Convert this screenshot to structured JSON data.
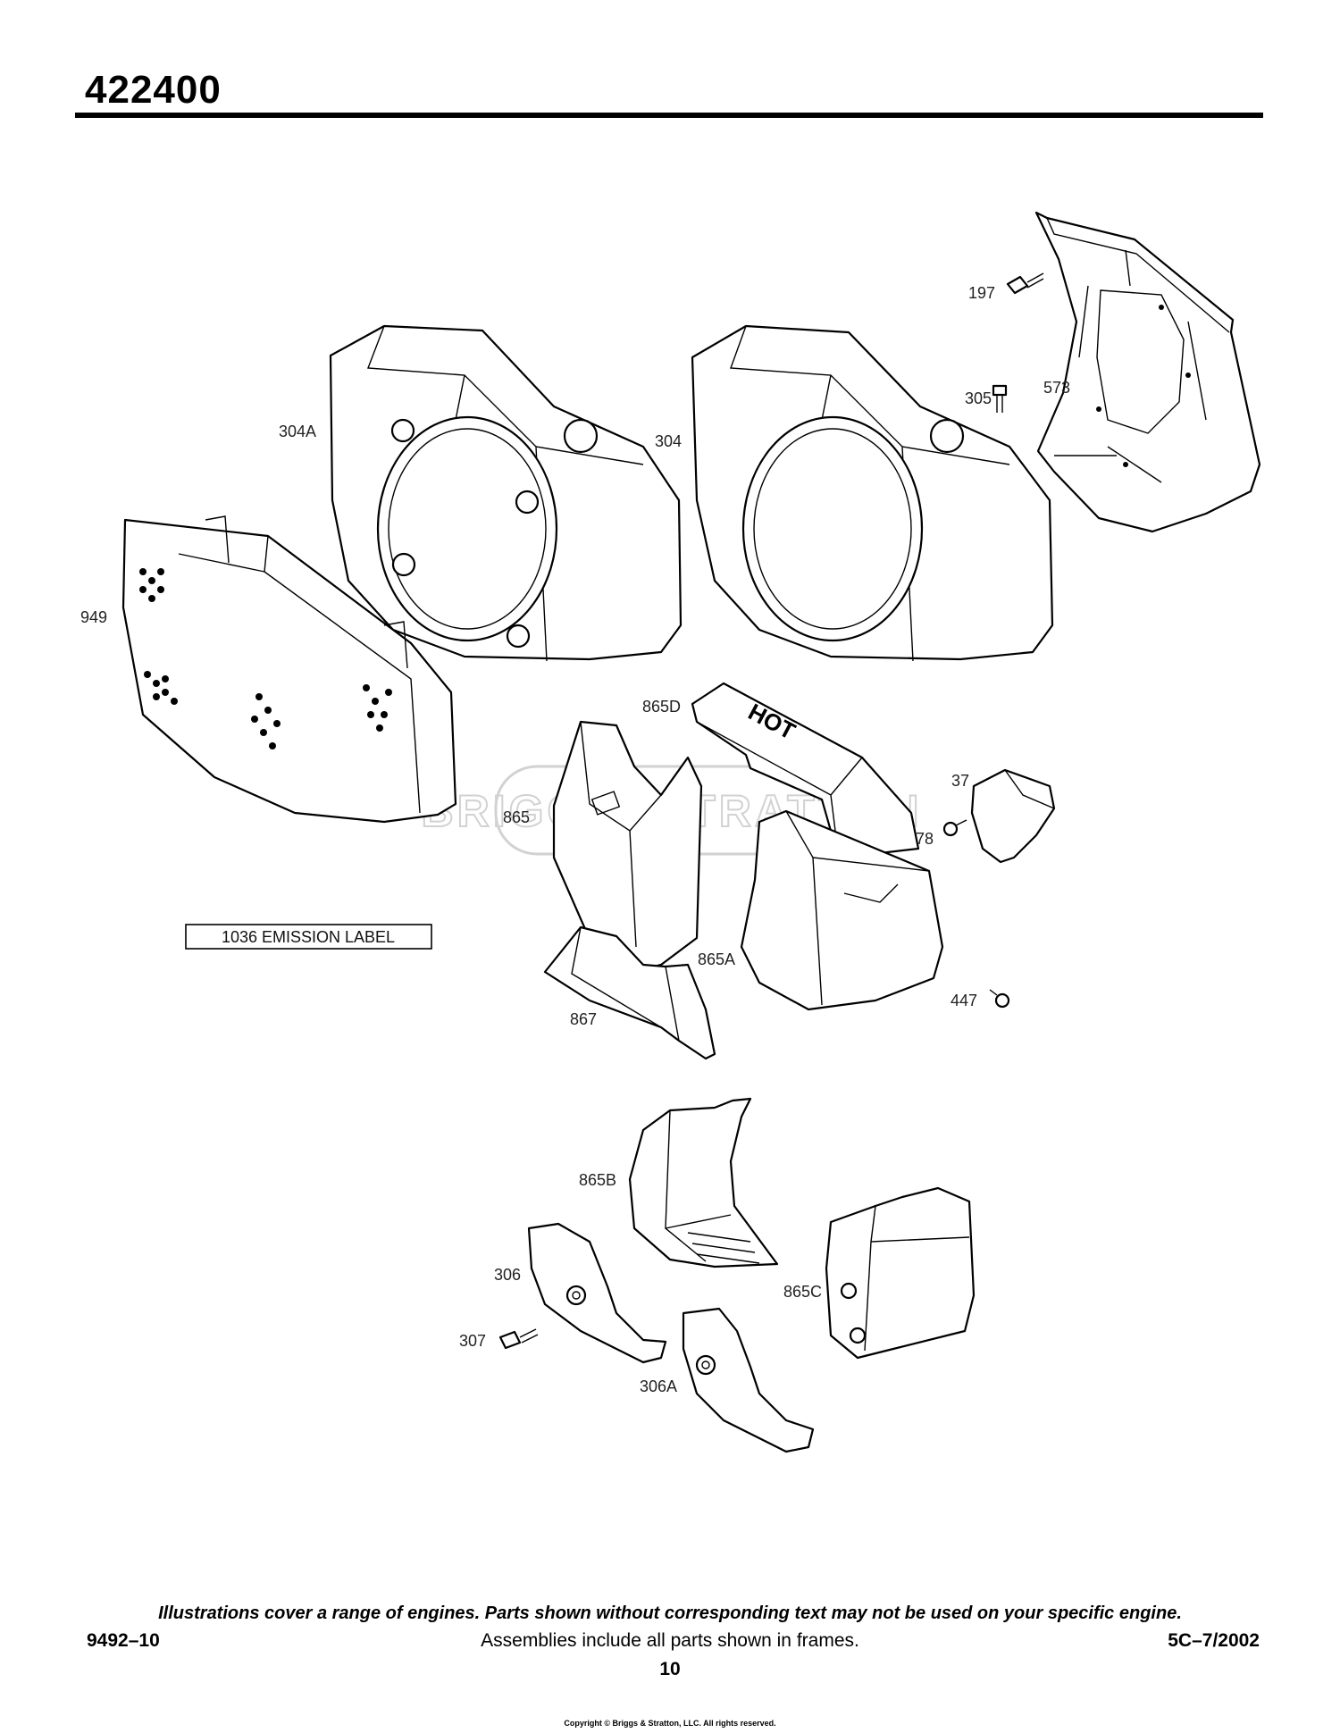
{
  "header": {
    "model_number": "422400"
  },
  "watermark": {
    "text": "BRIGGS&STRATTON"
  },
  "callout": {
    "label": "1036 EMISSION LABEL"
  },
  "parts": [
    {
      "id": "197",
      "label": "197"
    },
    {
      "id": "573",
      "label": "573"
    },
    {
      "id": "305",
      "label": "305"
    },
    {
      "id": "304A",
      "label": "304A"
    },
    {
      "id": "304",
      "label": "304"
    },
    {
      "id": "949",
      "label": "949"
    },
    {
      "id": "865D",
      "label": "865D"
    },
    {
      "id": "37",
      "label": "37"
    },
    {
      "id": "865",
      "label": "865"
    },
    {
      "id": "78",
      "label": "78"
    },
    {
      "id": "865A",
      "label": "865A"
    },
    {
      "id": "447",
      "label": "447"
    },
    {
      "id": "867",
      "label": "867"
    },
    {
      "id": "865B",
      "label": "865B"
    },
    {
      "id": "306",
      "label": "306"
    },
    {
      "id": "865C",
      "label": "865C"
    },
    {
      "id": "307",
      "label": "307"
    },
    {
      "id": "306A",
      "label": "306A"
    }
  ],
  "stamp_text": "HOT",
  "footer": {
    "disclaimer": "Illustrations cover a range of engines. Parts shown without corresponding text may not be used on your specific engine.",
    "doc_number": "9492–10",
    "assemblies_note": "Assemblies include all parts shown in frames.",
    "revision": "5C–7/2002",
    "page_number": "10",
    "copyright": "Copyright © Briggs & Stratton, LLC. All rights reserved."
  }
}
